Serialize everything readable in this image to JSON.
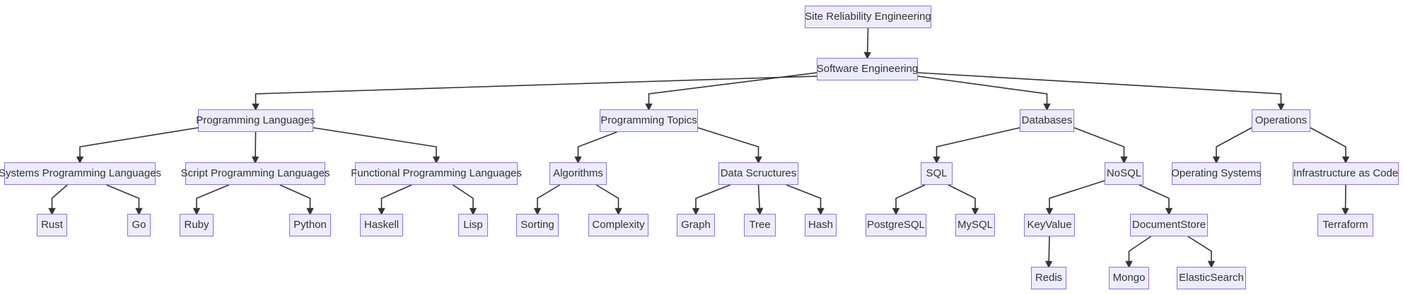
{
  "diagram": {
    "title": "Site Reliability Engineering knowledge tree flowchart",
    "colors": {
      "background": "#ffffff",
      "node_fill": "#ECECFF",
      "node_border": "#9370DB",
      "text": "#333333",
      "edge": "#333333"
    },
    "nodes": [
      {
        "id": "sre",
        "label": "Site Reliability Engineering"
      },
      {
        "id": "se",
        "label": "Software Engineering"
      },
      {
        "id": "pl",
        "label": "Programming Languages"
      },
      {
        "id": "pt",
        "label": "Programming Topics"
      },
      {
        "id": "db",
        "label": "Databases"
      },
      {
        "id": "ops",
        "label": "Operations"
      },
      {
        "id": "spl",
        "label": "Systems Programming Languages"
      },
      {
        "id": "scpl",
        "label": "Script Programming Languages"
      },
      {
        "id": "fpl",
        "label": "Functional Programming Languages"
      },
      {
        "id": "alg",
        "label": "Algorithms"
      },
      {
        "id": "ds",
        "label": "Data Scructures"
      },
      {
        "id": "sql",
        "label": "SQL"
      },
      {
        "id": "nosql",
        "label": "NoSQL"
      },
      {
        "id": "os",
        "label": "Operating Systems"
      },
      {
        "id": "iac",
        "label": "Infrastructure as Code"
      },
      {
        "id": "rust",
        "label": "Rust"
      },
      {
        "id": "go",
        "label": "Go"
      },
      {
        "id": "ruby",
        "label": "Ruby"
      },
      {
        "id": "python",
        "label": "Python"
      },
      {
        "id": "haskell",
        "label": "Haskell"
      },
      {
        "id": "lisp",
        "label": "Lisp"
      },
      {
        "id": "sorting",
        "label": "Sorting"
      },
      {
        "id": "complexity",
        "label": "Complexity"
      },
      {
        "id": "graph",
        "label": "Graph"
      },
      {
        "id": "tree",
        "label": "Tree"
      },
      {
        "id": "hash",
        "label": "Hash"
      },
      {
        "id": "postgresql",
        "label": "PostgreSQL"
      },
      {
        "id": "mysql",
        "label": "MySQL"
      },
      {
        "id": "keyvalue",
        "label": "KeyValue"
      },
      {
        "id": "documentstore",
        "label": "DocumentStore"
      },
      {
        "id": "terraform",
        "label": "Terraform"
      },
      {
        "id": "redis",
        "label": "Redis"
      },
      {
        "id": "mongo",
        "label": "Mongo"
      },
      {
        "id": "elasticsearch",
        "label": "ElasticSearch"
      }
    ],
    "edges": [
      {
        "from": "sre",
        "to": "se"
      },
      {
        "from": "se",
        "to": "pl"
      },
      {
        "from": "se",
        "to": "pt"
      },
      {
        "from": "se",
        "to": "db"
      },
      {
        "from": "se",
        "to": "ops"
      },
      {
        "from": "pl",
        "to": "spl"
      },
      {
        "from": "pl",
        "to": "scpl"
      },
      {
        "from": "pl",
        "to": "fpl"
      },
      {
        "from": "spl",
        "to": "rust"
      },
      {
        "from": "spl",
        "to": "go"
      },
      {
        "from": "scpl",
        "to": "ruby"
      },
      {
        "from": "scpl",
        "to": "python"
      },
      {
        "from": "fpl",
        "to": "haskell"
      },
      {
        "from": "fpl",
        "to": "lisp"
      },
      {
        "from": "pt",
        "to": "alg"
      },
      {
        "from": "pt",
        "to": "ds"
      },
      {
        "from": "alg",
        "to": "sorting"
      },
      {
        "from": "alg",
        "to": "complexity"
      },
      {
        "from": "ds",
        "to": "graph"
      },
      {
        "from": "ds",
        "to": "tree"
      },
      {
        "from": "ds",
        "to": "hash"
      },
      {
        "from": "db",
        "to": "sql"
      },
      {
        "from": "db",
        "to": "nosql"
      },
      {
        "from": "sql",
        "to": "postgresql"
      },
      {
        "from": "sql",
        "to": "mysql"
      },
      {
        "from": "nosql",
        "to": "keyvalue"
      },
      {
        "from": "nosql",
        "to": "documentstore"
      },
      {
        "from": "keyvalue",
        "to": "redis"
      },
      {
        "from": "documentstore",
        "to": "mongo"
      },
      {
        "from": "documentstore",
        "to": "elasticsearch"
      },
      {
        "from": "ops",
        "to": "os"
      },
      {
        "from": "ops",
        "to": "iac"
      },
      {
        "from": "iac",
        "to": "terraform"
      }
    ]
  }
}
